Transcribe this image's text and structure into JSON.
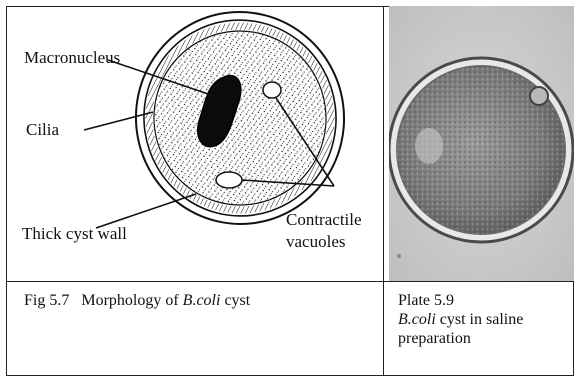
{
  "labels": {
    "macronucleus": "Macronucleus",
    "cilia": "Cilia",
    "thick_cyst_wall": "Thick cyst wall",
    "contractile_vacuoles_line1": "Contractile",
    "contractile_vacuoles_line2": "vacuoles"
  },
  "fig_caption": {
    "number": "Fig 5.7",
    "text_before": "Morphology of ",
    "species": "B.coli",
    "text_after": " cyst"
  },
  "plate_caption": {
    "number": "Plate 5.9",
    "species": "B.coli",
    "text_line2": " cyst in saline",
    "text_line3": "preparation"
  }
}
